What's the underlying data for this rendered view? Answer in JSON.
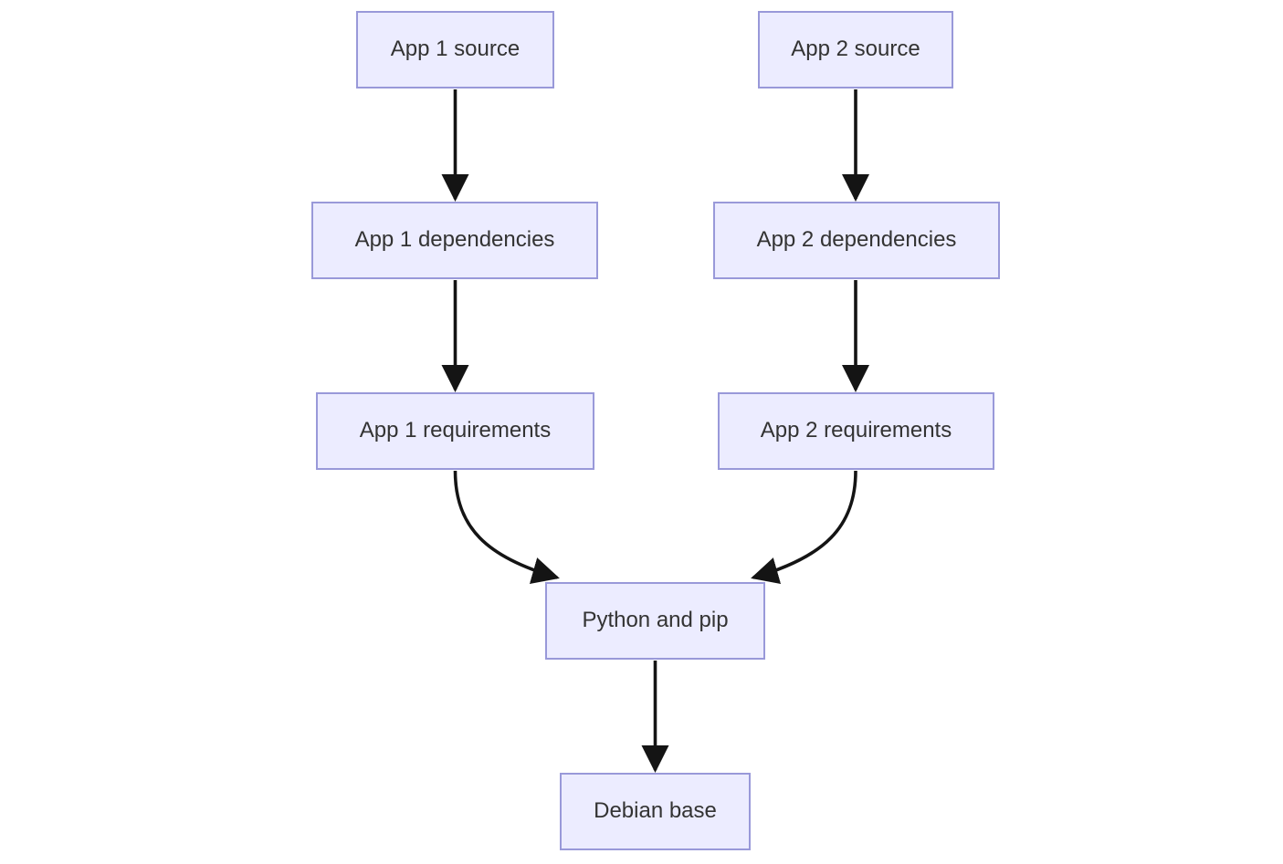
{
  "diagram": {
    "type": "flowchart",
    "direction": "top-down",
    "nodes": [
      {
        "id": "app1-source",
        "label": "App 1 source"
      },
      {
        "id": "app1-dependencies",
        "label": "App 1 dependencies"
      },
      {
        "id": "app1-requirements",
        "label": "App 1 requirements"
      },
      {
        "id": "app2-source",
        "label": "App 2 source"
      },
      {
        "id": "app2-dependencies",
        "label": "App 2 dependencies"
      },
      {
        "id": "app2-requirements",
        "label": "App 2 requirements"
      },
      {
        "id": "python-and-pip",
        "label": "Python and pip"
      },
      {
        "id": "debian-base",
        "label": "Debian base"
      }
    ],
    "edges": [
      {
        "from": "app1-source",
        "to": "app1-dependencies",
        "style": "solid-arrow"
      },
      {
        "from": "app1-dependencies",
        "to": "app1-requirements",
        "style": "solid-arrow"
      },
      {
        "from": "app1-requirements",
        "to": "python-and-pip",
        "style": "solid-arrow-curved"
      },
      {
        "from": "app2-source",
        "to": "app2-dependencies",
        "style": "solid-arrow"
      },
      {
        "from": "app2-dependencies",
        "to": "app2-requirements",
        "style": "solid-arrow"
      },
      {
        "from": "app2-requirements",
        "to": "python-and-pip",
        "style": "solid-arrow-curved"
      },
      {
        "from": "python-and-pip",
        "to": "debian-base",
        "style": "solid-arrow"
      }
    ],
    "colors": {
      "background": "#FFFFFF",
      "node_fill": "#ECECFF",
      "node_border": "#9999D9",
      "arrow": "#141414",
      "text": "#333333"
    }
  }
}
